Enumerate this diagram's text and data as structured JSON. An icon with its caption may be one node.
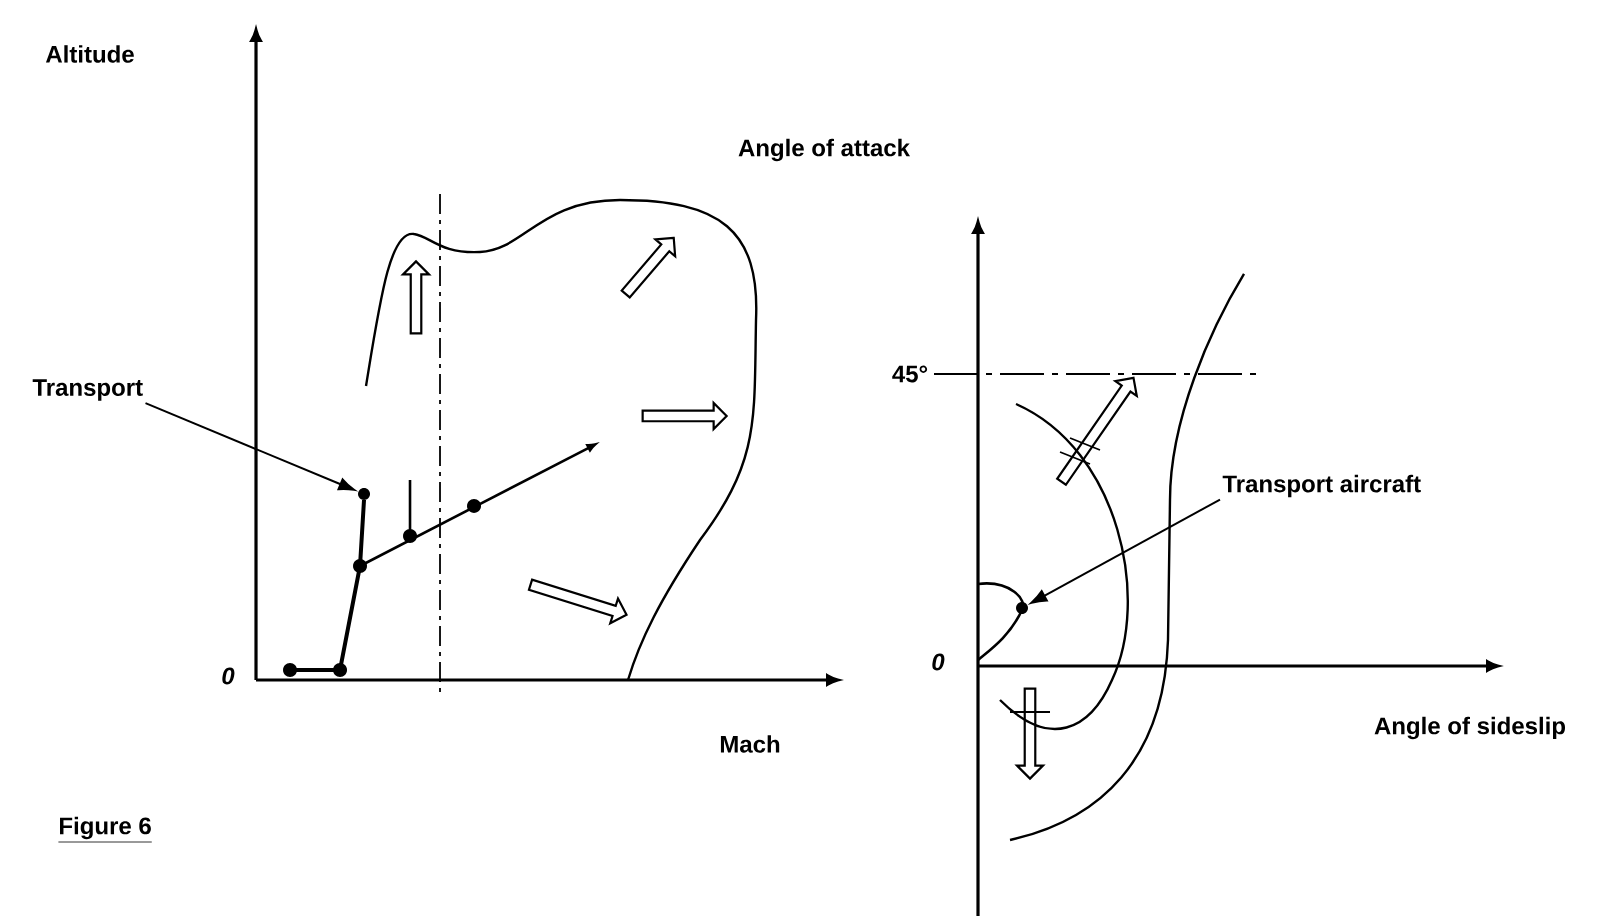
{
  "diagram": {
    "caption": "Figure 6",
    "nodes": [
      {
        "text": [
          "Transport"
        ]
      },
      {
        "text": [
          "Transport aircraft"
        ]
      },
      {
        "text": [],
        "shape": "circle"
      },
      {
        "text": [],
        "shape": "circle"
      }
    ],
    "edges": [
      {
        "from": 0,
        "to": 2,
        "arrow": "to"
      },
      {
        "from": 1,
        "to": 3,
        "arrow": "to"
      }
    ],
    "labels": [
      "Altitude",
      "Angle of attack",
      "45°",
      "0",
      "Mach",
      "0",
      "Angle of sideslip"
    ]
  }
}
